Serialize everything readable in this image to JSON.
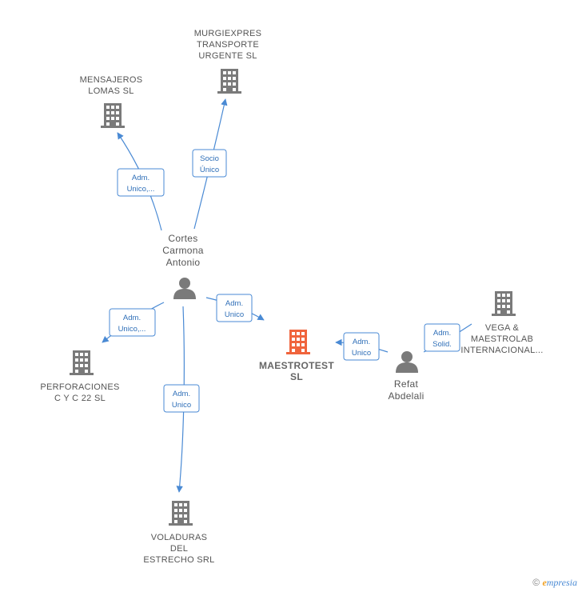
{
  "colors": {
    "building": "#7a7a7a",
    "building_main": "#f0643c",
    "person": "#7a7a7a",
    "edge": "#4a8ad4"
  },
  "nodes": {
    "maestrotest": {
      "label": [
        "MAESTROTEST",
        "SL"
      ]
    },
    "murgiexpres": {
      "label": [
        "MURGIEXPRES",
        "TRANSPORTE",
        "URGENTE SL"
      ]
    },
    "mensajeros": {
      "label": [
        "MENSAJEROS",
        "LOMAS  SL"
      ]
    },
    "perforaciones": {
      "label": [
        "PERFORACIONES",
        "C Y C 22  SL"
      ]
    },
    "voladuras": {
      "label": [
        "VOLADURAS",
        "DEL",
        "ESTRECHO SRL"
      ]
    },
    "vega": {
      "label": [
        "VEGA &",
        "MAESTROLAB",
        "INTERNACIONAL..."
      ]
    },
    "cortes": {
      "label": [
        "Cortes",
        "Carmona",
        "Antonio"
      ]
    },
    "refat": {
      "label": [
        "Refat",
        "Abdelali"
      ]
    }
  },
  "edges": {
    "murgiexpres": [
      "Socio",
      "Único"
    ],
    "mensajeros": [
      "Adm.",
      "Unico,..."
    ],
    "perforaciones": [
      "Adm.",
      "Unico,..."
    ],
    "maestrotest_cortes": [
      "Adm.",
      "Unico"
    ],
    "voladuras": [
      "Adm.",
      "Unico"
    ],
    "maestrotest_refat": [
      "Adm.",
      "Unico"
    ],
    "vega": [
      "Adm.",
      "Solid."
    ]
  },
  "footer": {
    "copyright": "©",
    "brand_initial": "e",
    "brand_rest": "mpresia"
  }
}
